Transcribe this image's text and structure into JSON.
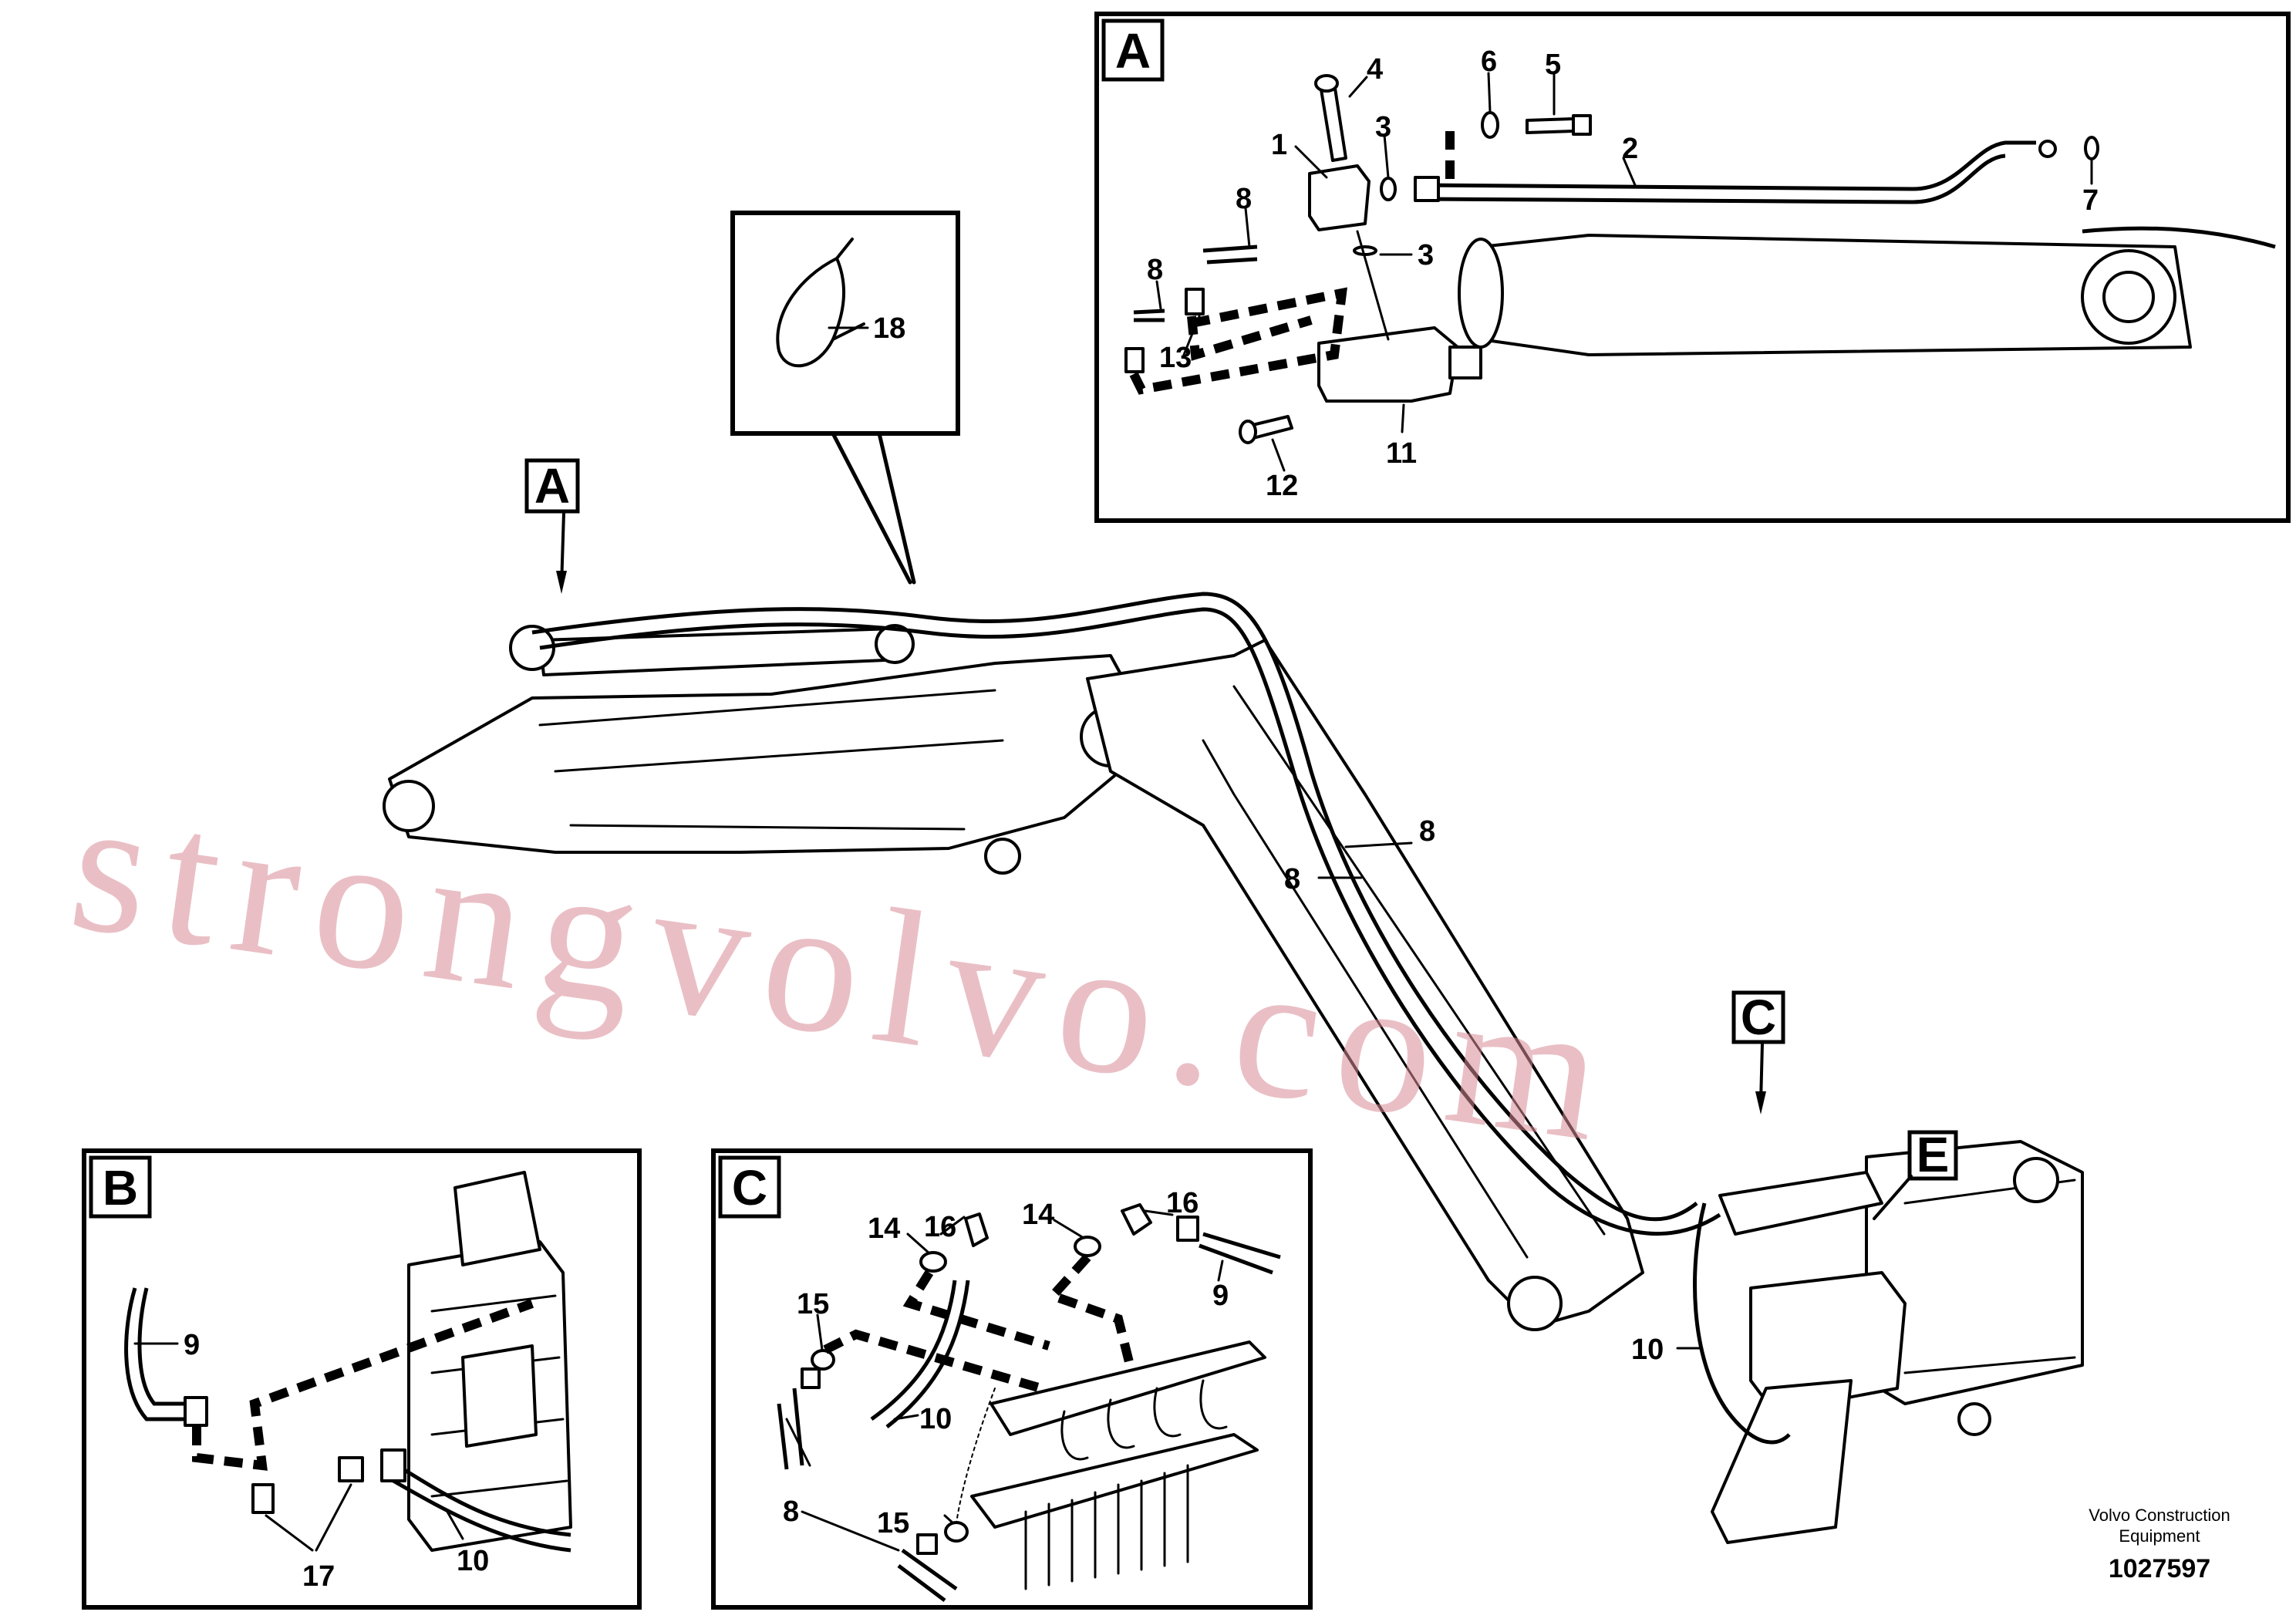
{
  "callouts": {
    "A_main": "A",
    "C_main": "C",
    "E_main": "E",
    "A_detail": "A",
    "B_detail": "B",
    "C_detail": "C"
  },
  "labels": {
    "n1": "1",
    "n2": "2",
    "n3a": "3",
    "n3b": "3",
    "n4": "4",
    "n5": "5",
    "n6": "6",
    "n7": "7",
    "n8a": "8",
    "n8b": "8",
    "n8c": "8",
    "n8d": "8",
    "n8e": "8",
    "n9b": "9",
    "n9c": "9",
    "n10m": "10",
    "n10b": "10",
    "n10c": "10",
    "n11": "11",
    "n12": "12",
    "n13": "13",
    "n14a": "14",
    "n14b": "14",
    "n15a": "15",
    "n15b": "15",
    "n16a": "16",
    "n16b": "16",
    "n17": "17",
    "n18": "18"
  },
  "watermark": "strongvolvo.com",
  "footer": {
    "company_line1": "Volvo Construction",
    "company_line2": "Equipment",
    "doc_number": "1027597"
  }
}
